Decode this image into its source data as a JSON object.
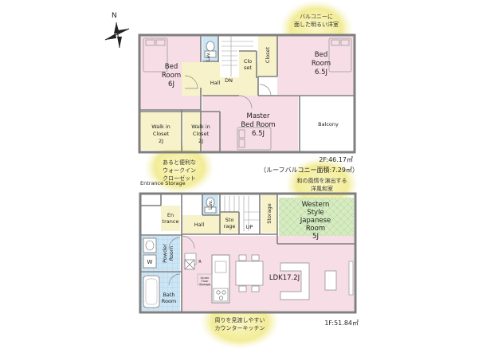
{
  "north": "N",
  "callouts": {
    "bright_room": [
      "バルコニーに",
      "面した明るい洋室"
    ],
    "walkin": [
      "あると便利な",
      "ウォークイン",
      "クローゼット"
    ],
    "japanese_room": [
      "和の風情を演出する",
      "洋風和室"
    ],
    "counter_kitchen": [
      "周りを見渡しやすい",
      "カウンターキッチン"
    ]
  },
  "floor2": {
    "area_label": "2F:46.17㎡",
    "roof_balcony_label": "（ルーフバルコニー面積:7.29㎡）",
    "rooms": {
      "bed_left": [
        "Bed",
        "Room",
        "6J"
      ],
      "lav": "Lav.",
      "hall": "Hall",
      "dn": "DN",
      "closet_small": [
        "Clo",
        "set"
      ],
      "closet_tall": "Closet",
      "bed_right": [
        "Bed",
        "Room",
        "6.5J"
      ],
      "wic1": [
        "Walk in",
        "Closet",
        "2J"
      ],
      "wic2": [
        "Walk in",
        "Closet",
        "2J"
      ],
      "master": [
        "Master",
        "Bed Room",
        "6.5J"
      ],
      "balcony": "Balcony"
    }
  },
  "floor1": {
    "area_label": "1F:51.84㎡",
    "entrance_storage": "Entrance Storage",
    "rooms": {
      "entrance": [
        "En",
        "trance"
      ],
      "lav": "Lav.",
      "hall": "Hall",
      "storage_small": [
        "Sto",
        "rage"
      ],
      "up": "UP",
      "storage_tall": "Storage",
      "western": [
        "Western",
        "Style",
        "Japanese",
        "Room",
        "5J"
      ],
      "powder": [
        "Powder",
        "Room"
      ],
      "washer": "W",
      "bath": [
        "Bath",
        "Room"
      ],
      "ldk": "LDK17.2J",
      "under_floor": [
        "Under",
        "Floor",
        "Storage"
      ],
      "refrigerator": "R"
    }
  },
  "colors": {
    "pink_room": "#f7dde6",
    "beige_room": "#f7f2c9",
    "blue_room": "#cde6f5",
    "green_room": "#d6ebc2",
    "wall": "#7f7f7f",
    "badge": "#f1ec9a"
  }
}
